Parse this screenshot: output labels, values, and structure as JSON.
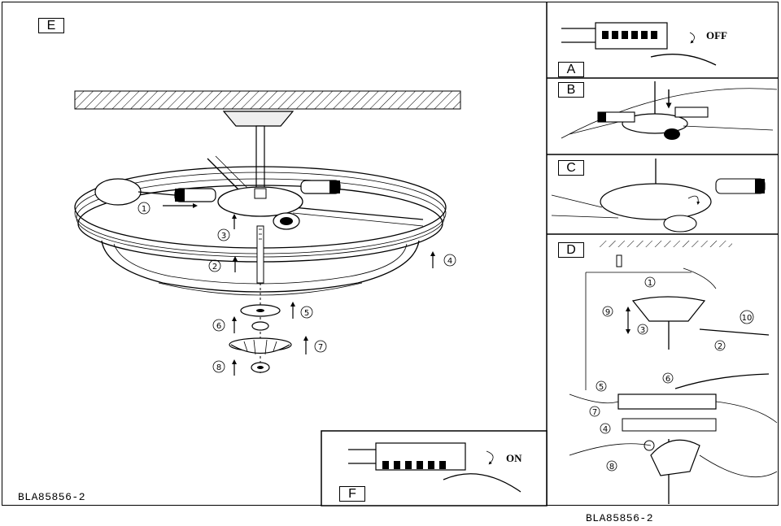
{
  "doc_code_left": "BLA85856-2",
  "doc_code_bottom": "BLA85856-2",
  "panels": {
    "E": {
      "label": "E"
    },
    "A": {
      "label": "A",
      "switch_state": "OFF"
    },
    "B": {
      "label": "B"
    },
    "C": {
      "label": "C"
    },
    "D": {
      "label": "D"
    },
    "F": {
      "label": "F",
      "switch_state": "ON"
    }
  },
  "steps_E": [
    "1",
    "2",
    "3",
    "4",
    "5",
    "6",
    "7",
    "8"
  ],
  "steps_D": [
    "1",
    "2",
    "3",
    "4",
    "5",
    "6",
    "7",
    "8",
    "9",
    "10"
  ]
}
